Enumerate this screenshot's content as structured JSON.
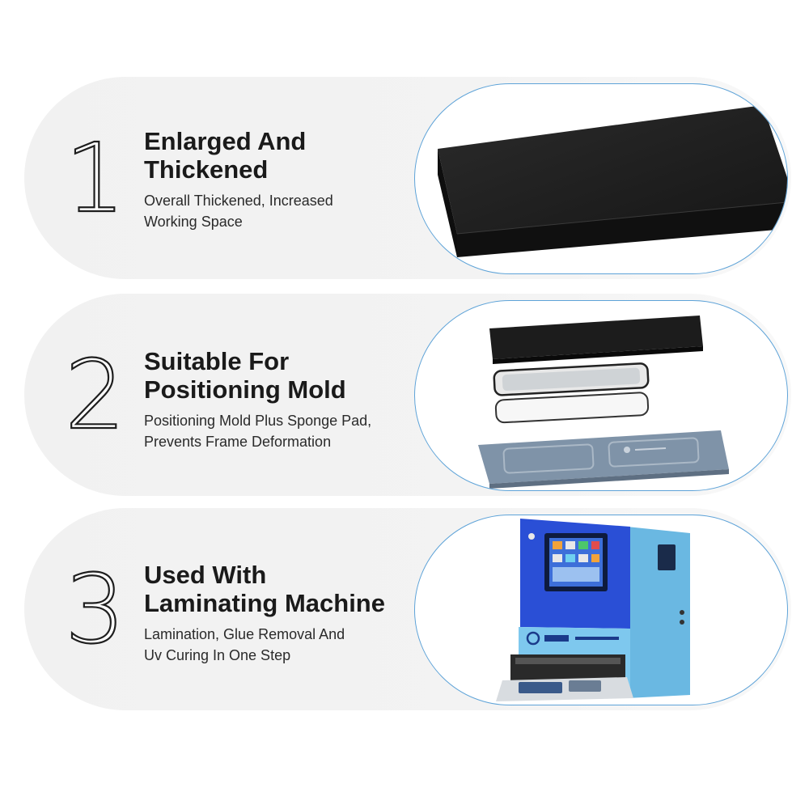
{
  "features": [
    {
      "number": "1",
      "title_line1": "Enlarged And",
      "title_line2": "Thickened",
      "desc_line1": "Overall Thickened, Increased",
      "desc_line2": "Working Space",
      "image": "thick-black-pad"
    },
    {
      "number": "2",
      "title_line1": "Suitable For",
      "title_line2": "Positioning Mold",
      "desc_line1": "Positioning Mold Plus Sponge Pad,",
      "desc_line2": "Prevents Frame Deformation",
      "image": "exploded-mold-stack"
    },
    {
      "number": "3",
      "title_line1": "Used With",
      "title_line2": "Laminating Machine",
      "desc_line1": "Lamination, Glue Removal And",
      "desc_line2": "Uv Curing In One Step",
      "image": "laminating-machine"
    }
  ],
  "colors": {
    "card_background": "#f2f2f2",
    "photo_border": "#5ea3d8",
    "machine_blue": "#2a4fd6",
    "machine_body": "#7ec8ee",
    "pad_black": "#1c1c1c",
    "mold_gray": "#7f93a8"
  }
}
